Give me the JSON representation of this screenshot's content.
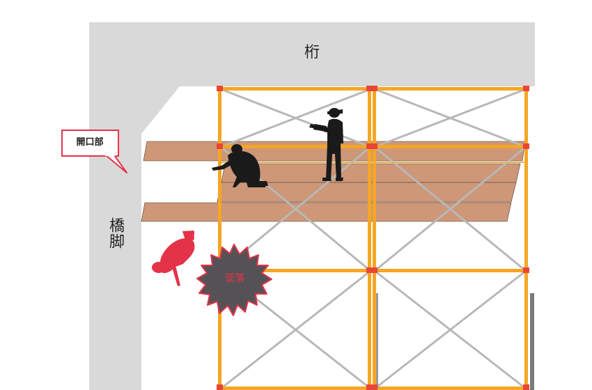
{
  "labels": {
    "beam": "桁",
    "pier": "橋脚",
    "opening": "開口部",
    "fall": "墜落"
  },
  "colors": {
    "structure_gray": "#d9d9d9",
    "scaffold_orange": "#f5a623",
    "joint_red": "#ea4436",
    "brace_gray": "#b8b8b8",
    "plank_tan": "#cd9778",
    "worker_black": "#1a1a1a",
    "faller_red": "#e43248",
    "burst_fill": "#555257",
    "burst_outline": "#e43248",
    "callout_border": "#e43248"
  },
  "icons": {
    "crouching_worker": "crouching-worker-icon",
    "standing_worker": "standing-worker-icon",
    "falling_worker": "falling-worker-icon",
    "impact": "impact-burst-icon"
  }
}
